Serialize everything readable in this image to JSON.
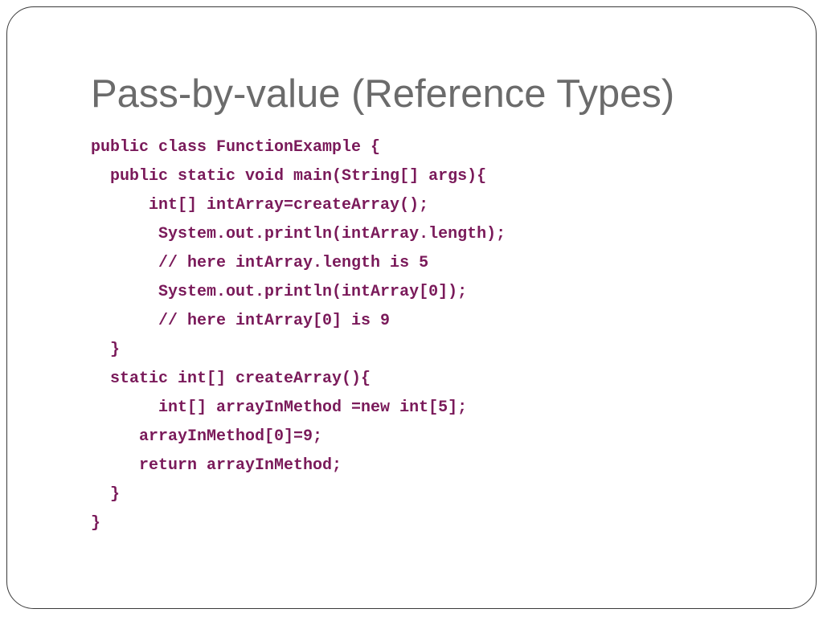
{
  "slide": {
    "title": "Pass-by-value (Reference Types)",
    "code_lines": [
      "public class FunctionExample {",
      "  public static void main(String[] args){",
      "      int[] intArray=createArray();",
      "       System.out.println(intArray.length);",
      "       // here intArray.length is 5",
      "       System.out.println(intArray[0]);",
      "       // here intArray[0] is 9",
      "  }",
      "  static int[] createArray(){",
      "       int[] arrayInMethod =new int[5];",
      "     arrayInMethod[0]=9;",
      "     return arrayInMethod;",
      "  }",
      "}"
    ]
  },
  "colors": {
    "title": "#6b6b6b",
    "code": "#7a1a5a",
    "frame": "#3a3a3a"
  }
}
